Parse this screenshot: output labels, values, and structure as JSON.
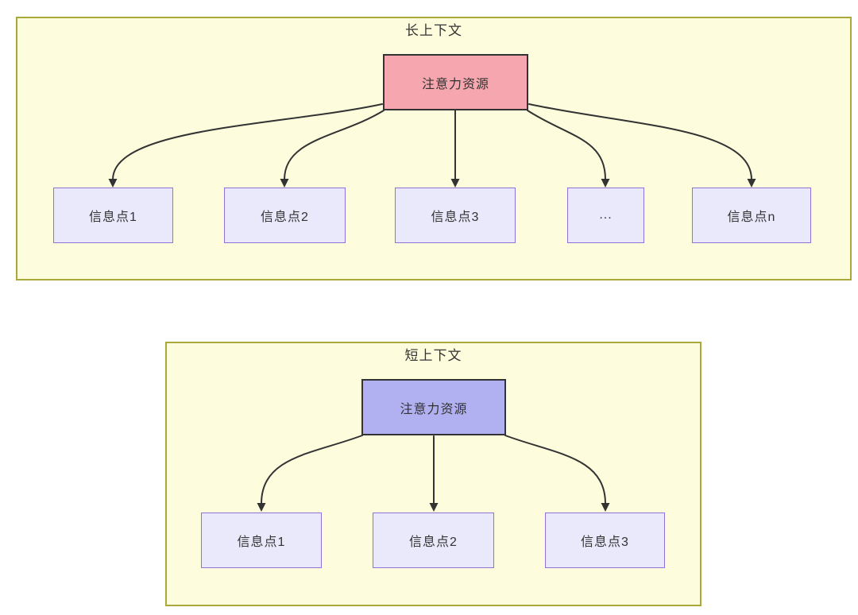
{
  "colors": {
    "panel_bg": "#fdfdde",
    "panel_border": "#a9a93a",
    "attention_long_bg": "#f5a6ae",
    "attention_short_bg": "#b1b0f0",
    "info_bg": "#e9e9fb",
    "info_border": "#8e72d8",
    "arrow": "#333333",
    "text": "#333333"
  },
  "long_context": {
    "title": "长上下文",
    "attention_label": "注意力资源",
    "info_points": [
      {
        "label": "信息点1"
      },
      {
        "label": "信息点2"
      },
      {
        "label": "信息点3"
      },
      {
        "label": "..."
      },
      {
        "label": "信息点n"
      }
    ]
  },
  "short_context": {
    "title": "短上下文",
    "attention_label": "注意力资源",
    "info_points": [
      {
        "label": "信息点1"
      },
      {
        "label": "信息点2"
      },
      {
        "label": "信息点3"
      }
    ]
  }
}
